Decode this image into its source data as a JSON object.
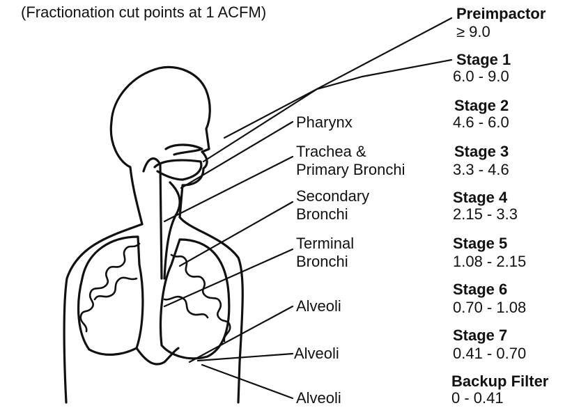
{
  "caption": "(Fractionation cut points at 1 ACFM)",
  "stages": [
    {
      "name": "Preimpactor",
      "range": "≥ 9.0"
    },
    {
      "name": "Stage 1",
      "range": "6.0 - 9.0"
    },
    {
      "name": "Stage 2",
      "range": "4.6 - 6.0"
    },
    {
      "name": "Stage 3",
      "range": "3.3 - 4.6"
    },
    {
      "name": "Stage 4",
      "range": "2.15 - 3.3"
    },
    {
      "name": "Stage 5",
      "range": "1.08 - 2.15"
    },
    {
      "name": "Stage 6",
      "range": "0.70 - 1.08"
    },
    {
      "name": "Stage 7",
      "range": "0.41 - 0.70"
    },
    {
      "name": "Backup Filter",
      "range": "0 - 0.41"
    }
  ],
  "regions": [
    {
      "line1": "Pharynx"
    },
    {
      "line1": "Trachea &",
      "line2": "Primary Bronchi"
    },
    {
      "line1": "Secondary",
      "line2": "Bronchi"
    },
    {
      "line1": "Terminal",
      "line2": "Bronchi"
    },
    {
      "line1": "Alveoli"
    },
    {
      "line1": "Alveoli"
    },
    {
      "line1": "Alveoli"
    }
  ]
}
